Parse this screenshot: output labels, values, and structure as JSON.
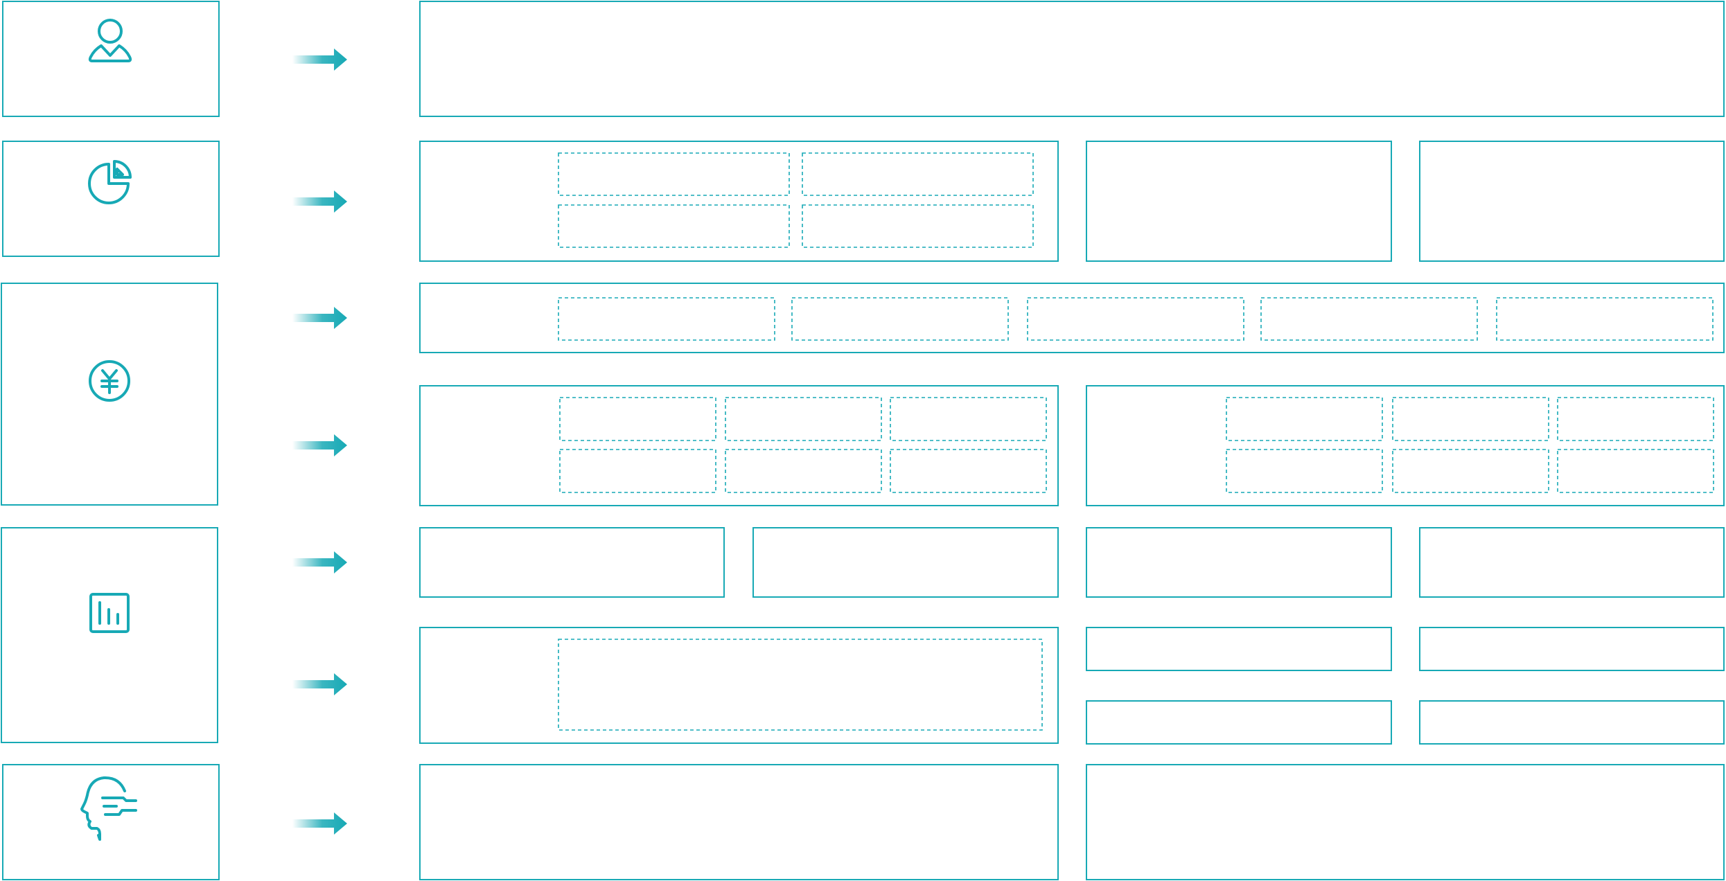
{
  "theme": {
    "accent": "#17a9b5",
    "background": "#ffffff",
    "line_style_solid": "solid",
    "line_style_dashed": "dashed"
  },
  "categories": [
    {
      "id": "user",
      "icon": "user-icon",
      "rows": [
        "row-1"
      ]
    },
    {
      "id": "chart",
      "icon": "pie-chart-icon",
      "rows": [
        "row-2"
      ]
    },
    {
      "id": "finance",
      "icon": "yuan-currency-icon",
      "rows": [
        "row-3",
        "row-4"
      ]
    },
    {
      "id": "stats",
      "icon": "bar-chart-icon",
      "rows": [
        "row-5",
        "row-6"
      ]
    },
    {
      "id": "ai",
      "icon": "ai-head-icon",
      "rows": [
        "row-7"
      ]
    }
  ],
  "rows": [
    {
      "id": "row-1",
      "panels": [
        {
          "name": "full-panel",
          "subcells": null
        }
      ]
    },
    {
      "id": "row-2",
      "panels": [
        {
          "name": "grid-panel",
          "subcells": {
            "cols": 2,
            "rows": 2
          }
        },
        {
          "name": "mid-panel",
          "subcells": null
        },
        {
          "name": "right-panel",
          "subcells": null
        }
      ]
    },
    {
      "id": "row-3",
      "panels": [
        {
          "name": "strip-panel",
          "subcells": {
            "cols": 5,
            "rows": 1
          }
        }
      ]
    },
    {
      "id": "row-4",
      "panels": [
        {
          "name": "left-grid-panel",
          "subcells": {
            "cols": 3,
            "rows": 2
          }
        },
        {
          "name": "right-grid-panel",
          "subcells": {
            "cols": 3,
            "rows": 2
          }
        }
      ]
    },
    {
      "id": "row-5",
      "panels": [
        {
          "name": "panel-a",
          "subcells": null
        },
        {
          "name": "panel-b",
          "subcells": null
        },
        {
          "name": "panel-c",
          "subcells": null
        },
        {
          "name": "panel-d",
          "subcells": null
        }
      ]
    },
    {
      "id": "row-6",
      "panels": [
        {
          "name": "wide-dashed-panel",
          "subcells": {
            "cols": 1,
            "rows": 1
          }
        },
        {
          "name": "small-panel-1",
          "subcells": null
        },
        {
          "name": "small-panel-2",
          "subcells": null
        },
        {
          "name": "small-panel-3",
          "subcells": null
        },
        {
          "name": "small-panel-4",
          "subcells": null
        }
      ]
    },
    {
      "id": "row-7",
      "panels": [
        {
          "name": "bottom-left-panel",
          "subcells": null
        },
        {
          "name": "bottom-right-panel",
          "subcells": null
        }
      ]
    }
  ]
}
